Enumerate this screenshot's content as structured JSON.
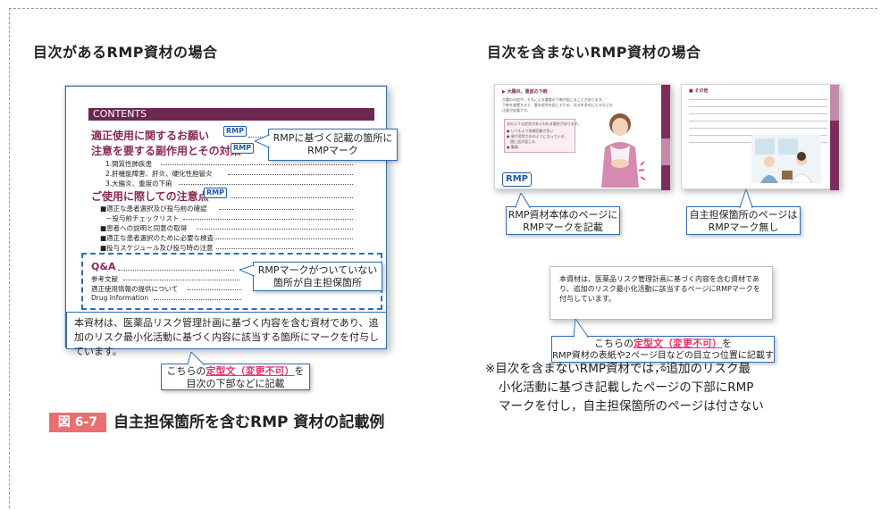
{
  "left_section": {
    "heading": "目次があるRMP資材の場合",
    "contents_label": "CONTENTS",
    "toc": [
      {
        "title": "適正使用に関するお願い",
        "rmp": "RMP"
      },
      {
        "title": "注意を要する副作用とその対策",
        "rmp": "RMP"
      },
      {
        "title": "ご使用に際しての注意点",
        "rmp": "RMP"
      }
    ],
    "toc_sub1": [
      "1.間質性肺疾患",
      "2.肝機能障害、肝炎、硬化性胆管炎",
      "3.大腸炎、重度の下痢"
    ],
    "toc_sub2": [
      "■適正な患者選択及び投与前の確認",
      "－投与前チェックリスト",
      "■患者への説明と同意の取得",
      "■適正な患者選択のために必要な検査",
      "■投与スケジュール及び投与時の注意"
    ],
    "qa": "Q&A",
    "qa_sub": [
      "参考文献",
      "適正使用情報の提供について",
      "Drug Information"
    ],
    "note": "本資材は、医薬品リスク管理計画に基づく内容を含む資材であり、追加のリスク最小化活動に基づく内容に該当する箇所にマークを付与しています。",
    "callout_rmp": "RMPに基づく記載の箇所にRMPマーク",
    "callout_self": "RMPマークがついていない箇所が自主担保箇所",
    "callout_fixed_pre": "こちらの",
    "callout_fixed_em": "定型文（変更不可）",
    "callout_fixed_post": "を",
    "callout_fixed_line2": "目次の下部などに記載"
  },
  "right_section": {
    "heading": "目次を含まないRMP資材の場合",
    "page1_title": "▶ 大腸炎、重度の下痢",
    "page1_text": [
      "大腸の炎症や、それによる重度の下痢が起こることがあります。",
      "下痢を放置すると、脱水症状を起こすため、水分を多めにとるなどの",
      "注意が必要です。"
    ],
    "page1_box_title": "次のような症状があらわれる場合があります。",
    "page1_box_items": [
      "● いつもより排便回数が多い",
      "● 便が泥状か水のようになっている、",
      "　便に血が混じる",
      "● 腹痛"
    ],
    "page1_rmp": "RMP",
    "page2_title": "■ その他",
    "callout_page1": "RMP資材本体のページにRMPマークを記載",
    "callout_page2": "自主担保箇所のページはRMPマーク無し",
    "note": "本資材は、医薬品リスク管理計画に基づく内容を含む資材であり、追加のリスク最小化活動に該当するページにRMPマークを付与しています。",
    "callout_fixed_pre": "こちらの",
    "callout_fixed_em": "定型文（変更不可）",
    "callout_fixed_post": "を",
    "callout_fixed_line2": "RMP資材の表紙や2ページ目などの目立つ位置に記載する",
    "footnote_line1": "※目次を含まないRMP資材では，追加のリスク最",
    "footnote_line2": "小化活動に基づき記載したページの下部にRMP",
    "footnote_line3": "マークを付し，自主担保箇所のページは付さない"
  },
  "figure": {
    "number": "図 6-7",
    "title": "自主担保箇所を含むRMP 資材の記載例"
  },
  "colors": {
    "accent_blue": "#2f6db5",
    "plum": "#6d2750",
    "emphasis_red": "#e8336e",
    "figure_tag": "#e96f70"
  }
}
